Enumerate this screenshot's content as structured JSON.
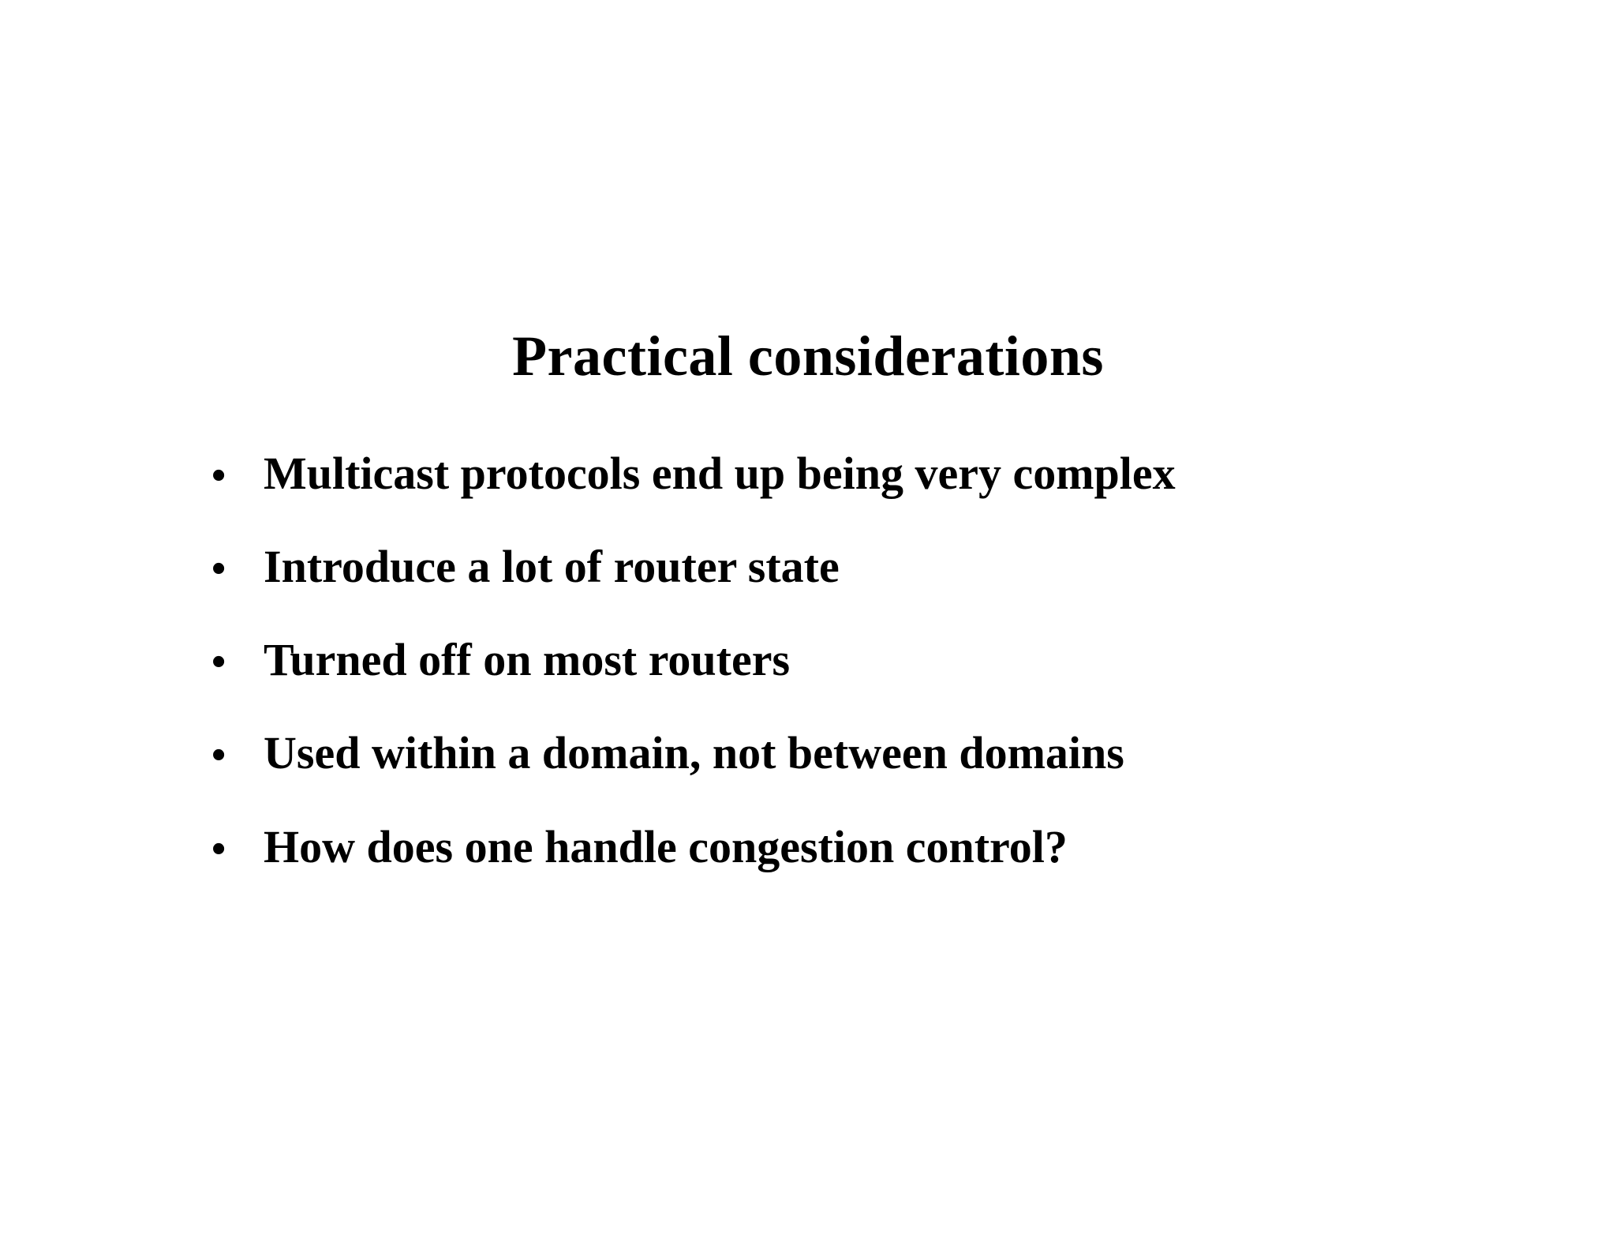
{
  "slide": {
    "title": "Practical considerations",
    "bullet_glyph": "•",
    "bullets": [
      "Multicast protocols end up being very complex",
      "Introduce a lot of router state",
      "Turned off on most routers",
      "Used within a domain, not between domains",
      "How does one handle congestion control?"
    ],
    "colors": {
      "background": "#ffffff",
      "text": "#000000"
    }
  }
}
